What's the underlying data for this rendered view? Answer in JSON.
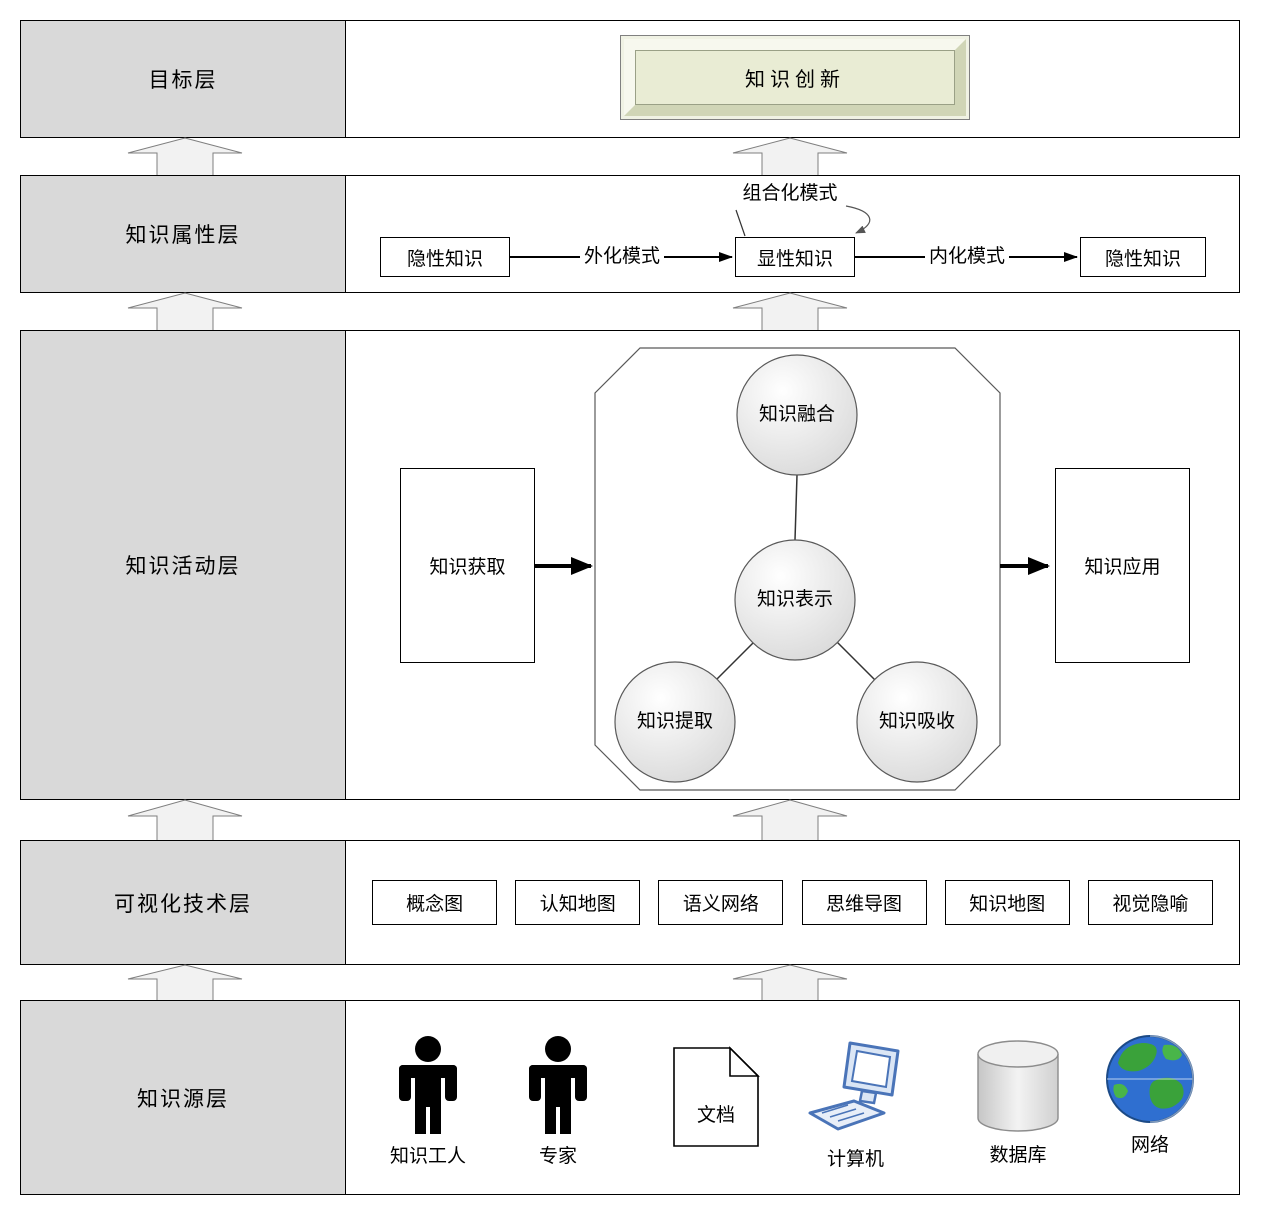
{
  "layers": {
    "goal": {
      "label": "目标层",
      "innovation_box": "知识创新"
    },
    "attribute": {
      "label": "知识属性层",
      "tacit_left": "隐性知识",
      "externalization": "外化模式",
      "explicit": "显性知识",
      "combination": "组合化模式",
      "internalization": "内化模式",
      "tacit_right": "隐性知识"
    },
    "activity": {
      "label": "知识活动层",
      "acquire": "知识获取",
      "fusion": "知识融合",
      "represent": "知识表示",
      "extract": "知识提取",
      "absorb": "知识吸收",
      "apply": "知识应用"
    },
    "visualization": {
      "label": "可视化技术层",
      "items": [
        "概念图",
        "认知地图",
        "语义网络",
        "思维导图",
        "知识地图",
        "视觉隐喻"
      ]
    },
    "source": {
      "label": "知识源层",
      "items": [
        {
          "name": "知识工人",
          "icon": "person-icon"
        },
        {
          "name": "专家",
          "icon": "person-icon"
        },
        {
          "name": "文档",
          "icon": "document-icon"
        },
        {
          "name": "计算机",
          "icon": "computer-icon"
        },
        {
          "name": "数据库",
          "icon": "database-icon"
        },
        {
          "name": "网络",
          "icon": "globe-icon"
        }
      ]
    }
  },
  "colors": {
    "layer_label_bg": "#d9d9d9",
    "block_arrow_fill": "#f2f2f2",
    "block_arrow_stroke": "#7f7f7f",
    "innovation_frame_bg": "#e9ecd4",
    "computer_icon_blue": "#4a74b8",
    "globe_ocean": "#2f6fd0",
    "globe_land": "#3aa23a"
  }
}
